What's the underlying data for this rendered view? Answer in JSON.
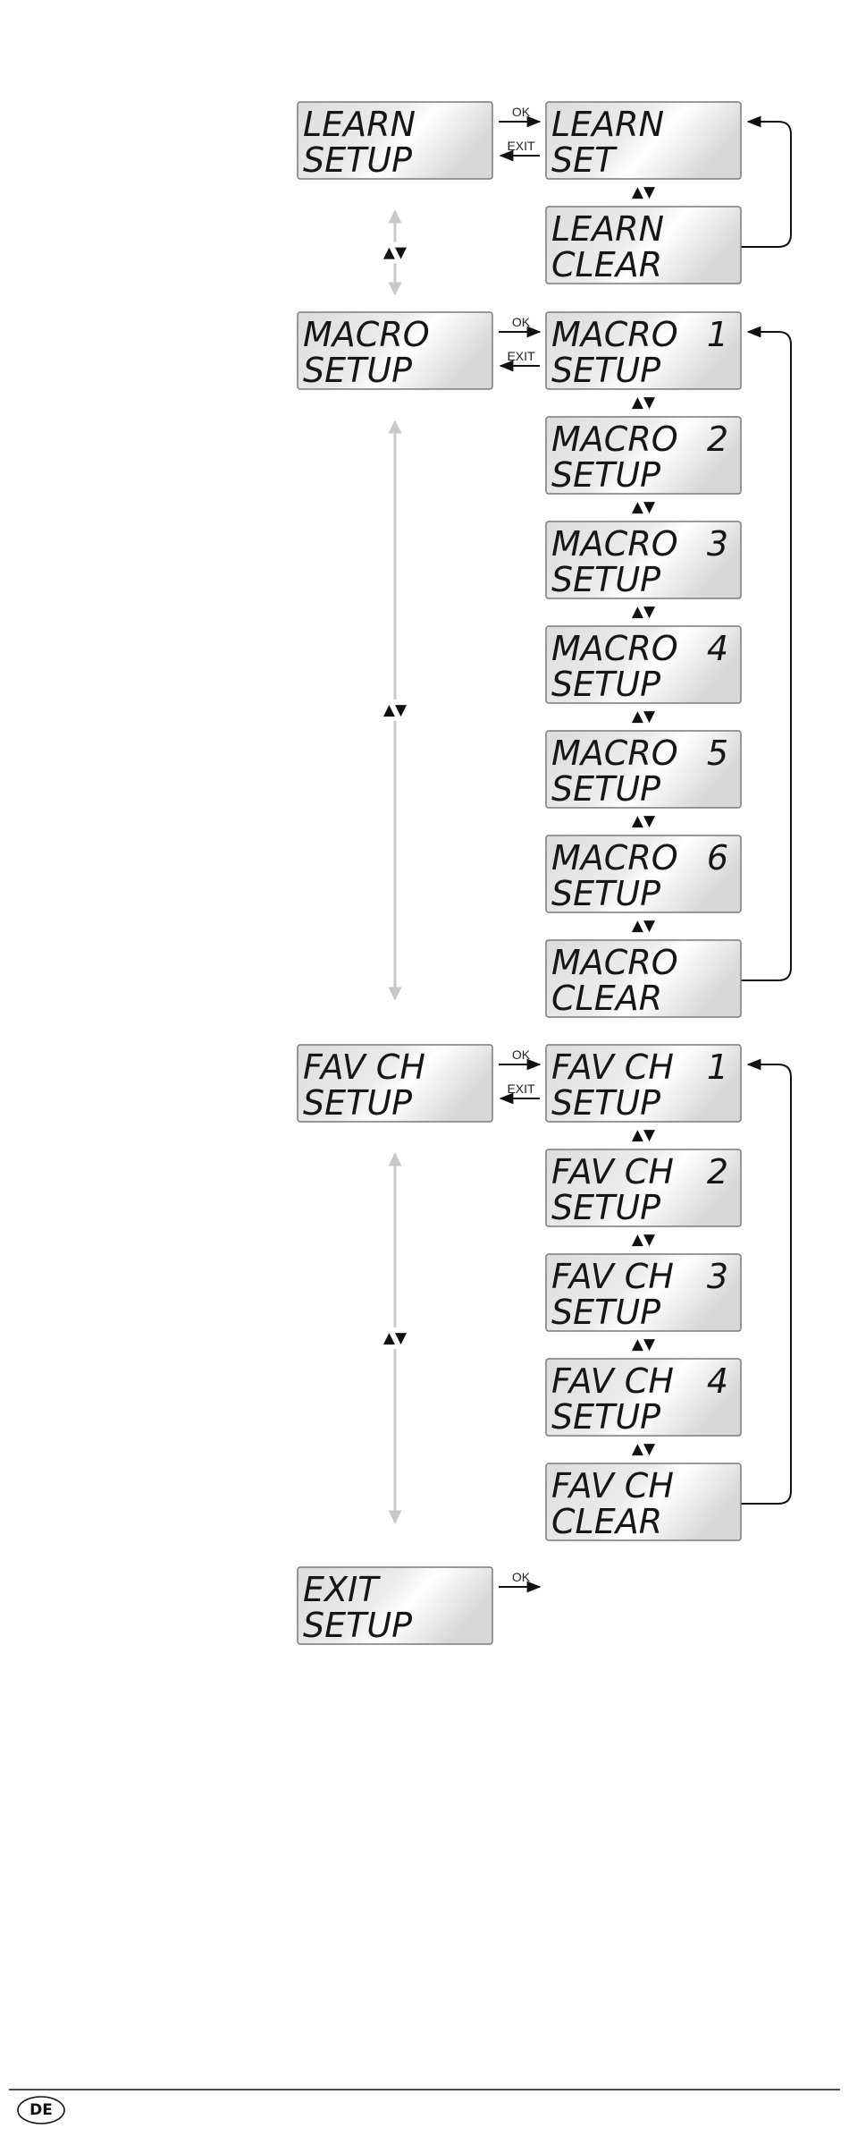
{
  "menu": [
    {
      "id": "learn",
      "lines": [
        "LEARN",
        "SETUP"
      ],
      "ok_label": "OK",
      "exit_label": "EXIT",
      "updown": "▲▼",
      "sub": [
        {
          "lines": [
            "LEARN",
            "SET"
          ],
          "num": ""
        },
        {
          "lines": [
            "LEARN",
            "CLEAR"
          ],
          "num": ""
        }
      ]
    },
    {
      "id": "macro",
      "lines": [
        "MACRO",
        "SETUP"
      ],
      "ok_label": "OK",
      "exit_label": "EXIT",
      "updown": "▲▼",
      "sub": [
        {
          "lines": [
            "MACRO",
            "SETUP"
          ],
          "num": "1"
        },
        {
          "lines": [
            "MACRO",
            "SETUP"
          ],
          "num": "2"
        },
        {
          "lines": [
            "MACRO",
            "SETUP"
          ],
          "num": "3"
        },
        {
          "lines": [
            "MACRO",
            "SETUP"
          ],
          "num": "4"
        },
        {
          "lines": [
            "MACRO",
            "SETUP"
          ],
          "num": "5"
        },
        {
          "lines": [
            "MACRO",
            "SETUP"
          ],
          "num": "6"
        },
        {
          "lines": [
            "MACRO",
            "CLEAR"
          ],
          "num": ""
        }
      ]
    },
    {
      "id": "favch",
      "lines": [
        "FAV CH",
        "SETUP"
      ],
      "ok_label": "OK",
      "exit_label": "EXIT",
      "updown": "▲▼",
      "sub": [
        {
          "lines": [
            "FAV CH",
            "SETUP"
          ],
          "num": "1"
        },
        {
          "lines": [
            "FAV CH",
            "SETUP"
          ],
          "num": "2"
        },
        {
          "lines": [
            "FAV CH",
            "SETUP"
          ],
          "num": "3"
        },
        {
          "lines": [
            "FAV CH",
            "SETUP"
          ],
          "num": "4"
        },
        {
          "lines": [
            "FAV CH",
            "CLEAR"
          ],
          "num": ""
        }
      ]
    },
    {
      "id": "exit",
      "lines": [
        "EXIT",
        "SETUP"
      ],
      "ok_label": "OK",
      "sub": []
    }
  ],
  "footer": {
    "lang": "DE"
  }
}
